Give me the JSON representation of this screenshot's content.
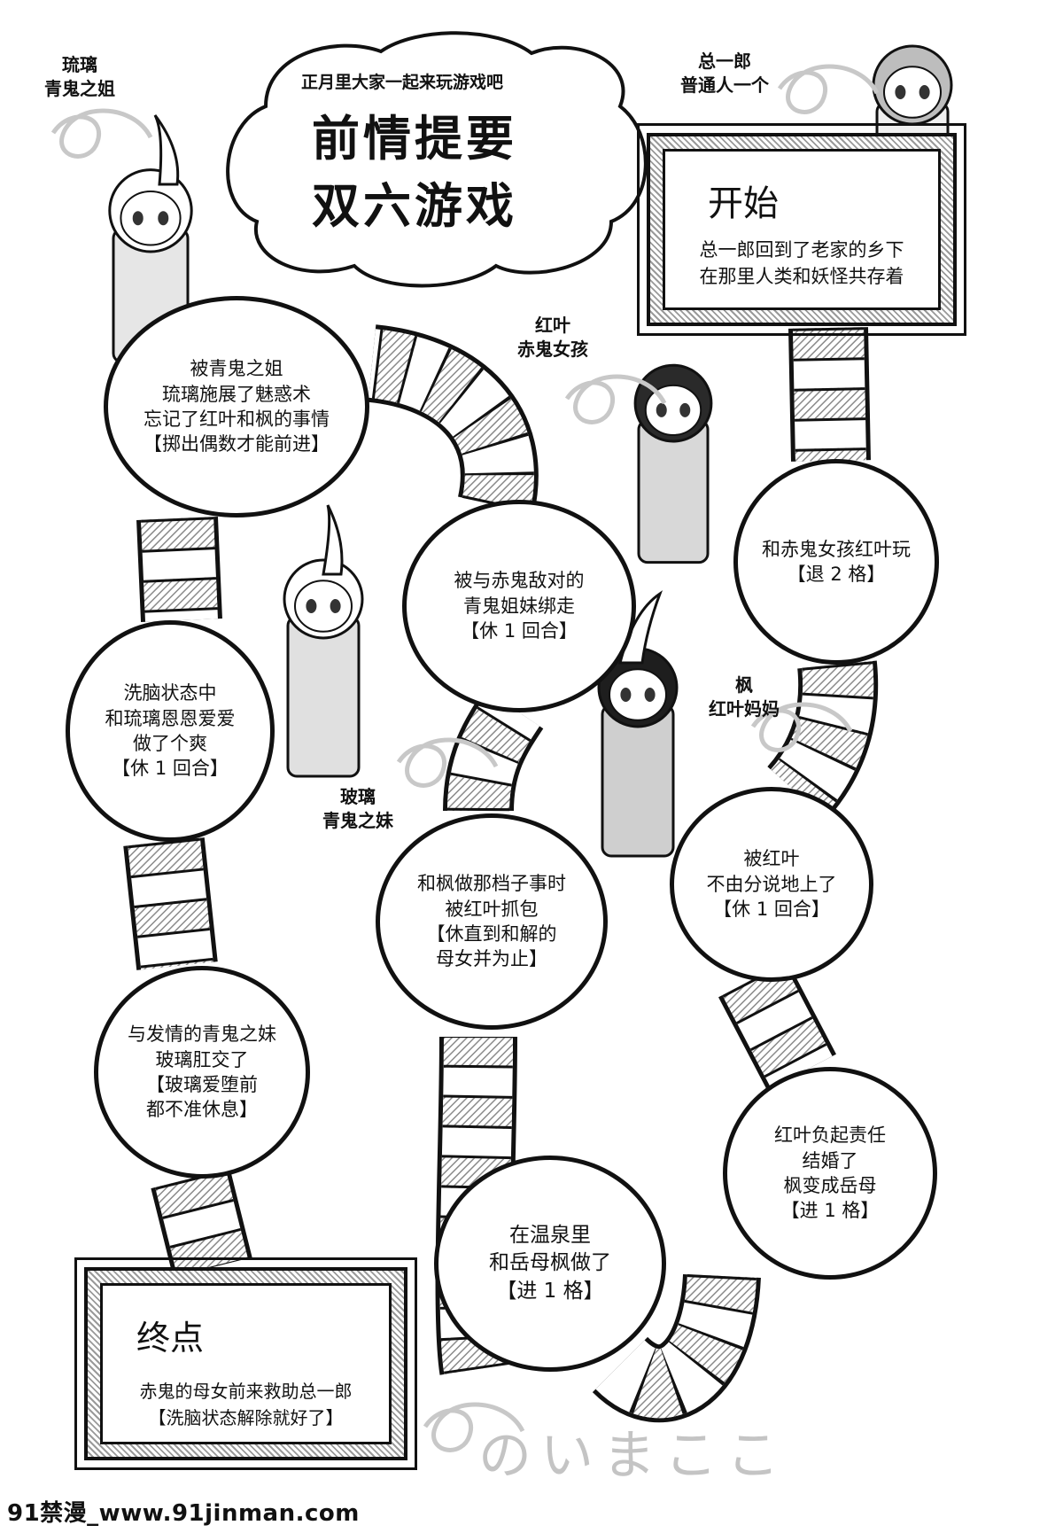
{
  "header": {
    "subtitle": "正月里大家一起来玩游戏吧",
    "title_line1": "前情提要",
    "title_line2": "双六游戏"
  },
  "characters": {
    "ruri": [
      "琉璃",
      "青鬼之姐"
    ],
    "soichiro": [
      "总一郎",
      "普通人一个"
    ],
    "kureha": [
      "红叶",
      "赤鬼女孩"
    ],
    "kaede": [
      "枫",
      "红叶妈妈"
    ],
    "hari": [
      "玻璃",
      "青鬼之妹"
    ]
  },
  "start": {
    "title": "开始",
    "lines": [
      "总一郎回到了老家的乡下",
      "在那里人类和妖怪共存着"
    ]
  },
  "goal": {
    "title": "终点",
    "lines": [
      "赤鬼的母女前来救助总一郎",
      "【洗脑状态解除就好了】"
    ]
  },
  "squares": {
    "play_kureha": [
      "和赤鬼女孩红叶玩",
      "【退 2 格】"
    ],
    "abducted": [
      "被与赤鬼敌对的",
      "青鬼姐妹绑走",
      "【休 1 回合】"
    ],
    "charmed": [
      "被青鬼之姐",
      "琉璃施展了魅惑术",
      "忘记了红叶和枫的事情",
      "【掷出偶数才能前进】"
    ],
    "brainwashed": [
      "洗脑状态中",
      "和琉璃恩恩爱爱",
      "做了个爽",
      "【休 1 回合】"
    ],
    "caught": [
      "和枫做那档子事时",
      "被红叶抓包",
      "【休直到和解的",
      "母女并为止】"
    ],
    "kureha_forced": [
      "被红叶",
      "不由分说地上了",
      "【休 1 回合】"
    ],
    "hari_anal": [
      "与发情的青鬼之妹",
      "玻璃肛交了",
      "【玻璃爱堕前",
      "都不准休息】"
    ],
    "onsen": [
      "在温泉里",
      "和岳母枫做了",
      "【进 1 格】"
    ],
    "marriage": [
      "红叶负起责任",
      "结婚了",
      "枫变成岳母",
      "【进 1 格】"
    ]
  },
  "signature": "のいまここ",
  "watermark": "91禁漫_www.91jinman.com"
}
